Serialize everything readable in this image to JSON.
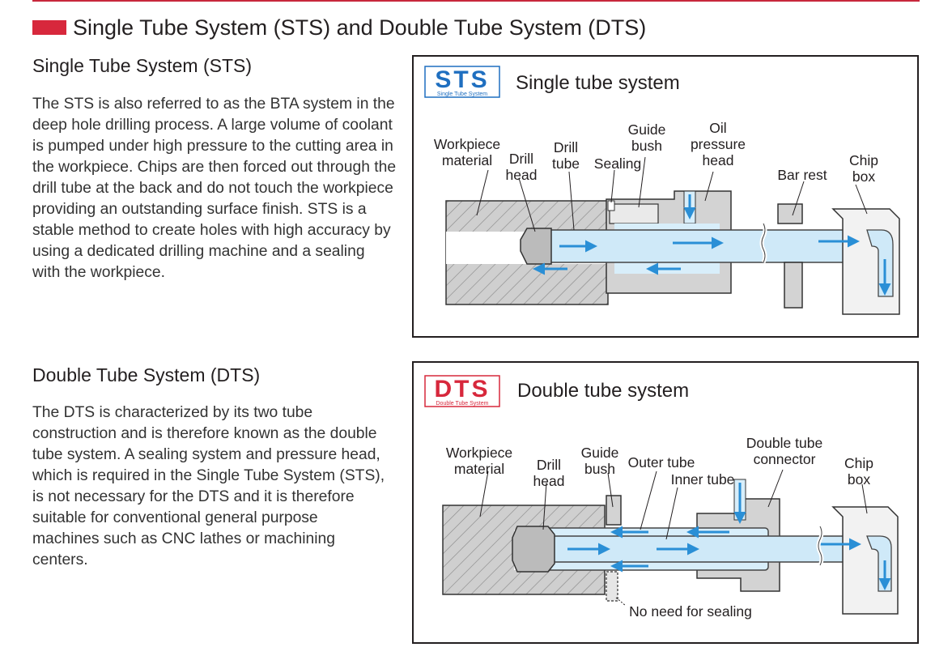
{
  "page": {
    "title": "Single Tube System (STS) and Double Tube System (DTS)",
    "accent_color": "#d7283c",
    "coolant_color": "#d8eefa",
    "arrow_color": "#2a8fd6"
  },
  "sts": {
    "heading": "Single Tube System (STS)",
    "body": "The STS is also referred to as the BTA system in the deep hole drilling process. A large volume of coolant is pumped under high pressure to the cutting area in the workpiece. Chips are then forced out through the drill tube at the back and do not touch the workpiece providing an outstanding surface finish. STS is a stable method to create holes with high accuracy by using a dedicated drilling machine and a sealing with the workpiece.",
    "diagram": {
      "badge": "STS",
      "badge_sub": "Single Tube System",
      "badge_color": "#1f6fc0",
      "title": "Single tube system",
      "labels": {
        "workpiece_1": "Workpiece",
        "workpiece_2": "material",
        "drill_head_1": "Drill",
        "drill_head_2": "head",
        "drill_tube_1": "Drill",
        "drill_tube_2": "tube",
        "sealing": "Sealing",
        "guide_bush_1": "Guide",
        "guide_bush_2": "bush",
        "oil_head_1": "Oil",
        "oil_head_2": "pressure",
        "oil_head_3": "head",
        "bar_rest": "Bar rest",
        "chip_box_1": "Chip",
        "chip_box_2": "box"
      }
    }
  },
  "dts": {
    "heading": "Double Tube System (DTS)",
    "body": "The DTS is characterized by its two tube construction and is therefore known as the double tube system. A sealing system and pressure head, which is required in the Single Tube System (STS), is not necessary for the DTS and it is therefore suitable for conventional general purpose machines such as CNC lathes or machining centers.",
    "diagram": {
      "badge": "DTS",
      "badge_sub": "Double Tube System",
      "badge_color": "#d7283c",
      "title": "Double tube system",
      "labels": {
        "workpiece_1": "Workpiece",
        "workpiece_2": "material",
        "drill_head_1": "Drill",
        "drill_head_2": "head",
        "guide_bush_1": "Guide",
        "guide_bush_2": "bush",
        "outer_tube": "Outer tube",
        "inner_tube": "Inner tube",
        "connector_1": "Double tube",
        "connector_2": "connector",
        "chip_box_1": "Chip",
        "chip_box_2": "box",
        "no_sealing": "No need for sealing"
      }
    }
  }
}
